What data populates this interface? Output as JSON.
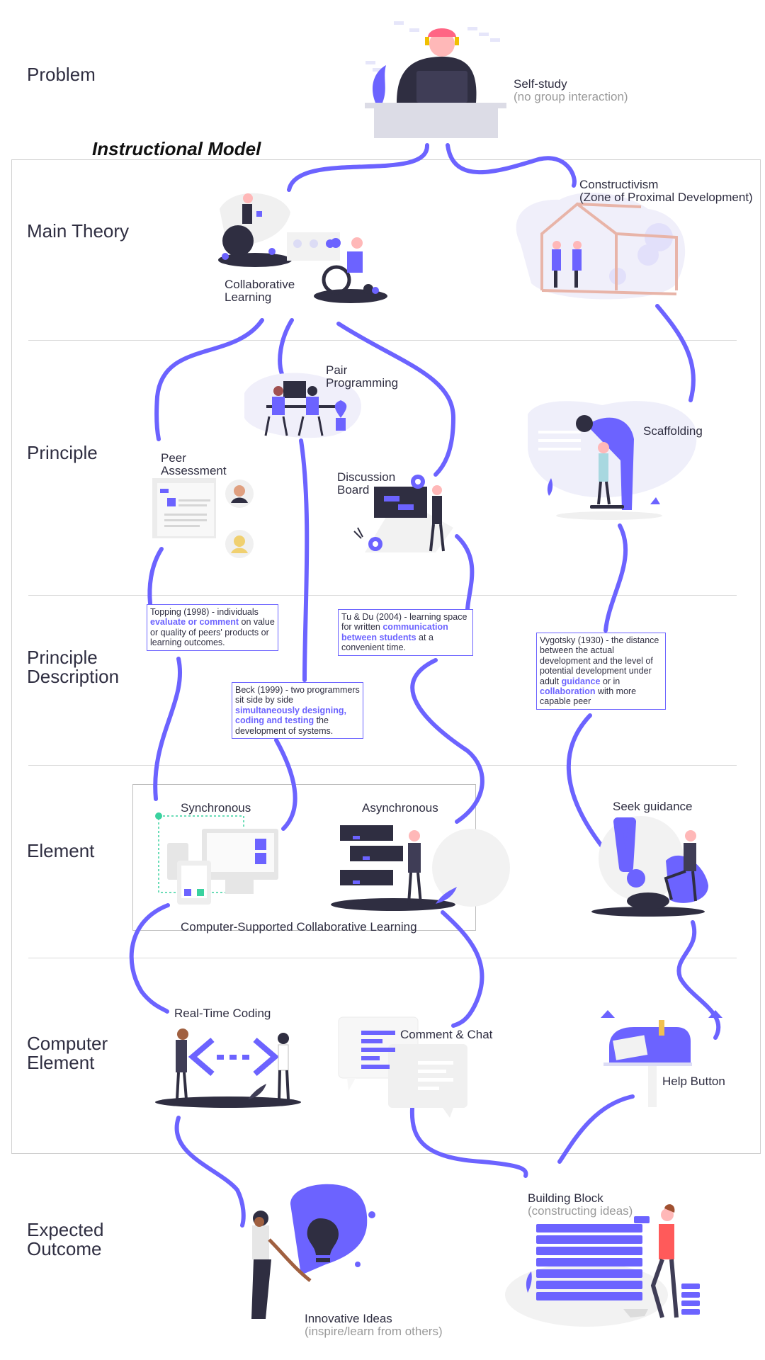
{
  "title": "Instructional Model",
  "rows": {
    "problem": "Problem",
    "main_theory": "Main Theory",
    "principle": "Principle",
    "principle_description": "Principle\nDescription",
    "element": "Element",
    "computer_element": "Computer\nElement",
    "expected_outcome": "Expected\nOutcome"
  },
  "nodes": {
    "self_study": {
      "label": "Self-study",
      "sub": "(no group interaction)"
    },
    "collaborative_learning": "Collaborative\nLearning",
    "constructivism": "Constructivism\n(Zone of Proximal Development)",
    "pair_programming": "Pair\nProgramming",
    "peer_assessment": "Peer\nAssessment",
    "discussion_board": "Discussion\nBoard",
    "scaffolding": "Scaffolding",
    "synchronous": "Synchronous",
    "asynchronous": "Asynchronous",
    "cscl": "Computer-Supported Collaborative Learning",
    "seek_guidance": "Seek guidance",
    "real_time_coding": "Real-Time Coding",
    "comment_chat": "Comment & Chat",
    "help_button": "Help Button",
    "building_block": {
      "label": "Building Block",
      "sub": "(constructing ideas)"
    },
    "innovative_ideas": {
      "label": "Innovative Ideas",
      "sub": "(inspire/learn from others)"
    }
  },
  "descriptions": {
    "topping": {
      "a": "Topping (1998) - individuals ",
      "b": "evaluate or comment",
      "c": " on value or quality of peers' products or learning outcomes."
    },
    "beck": {
      "a": "Beck (1999) - two programmers sit side by side ",
      "b": "simultaneously designing, coding and testing",
      "c": " the development of systems."
    },
    "tu_du": {
      "a": "Tu & Du (2004) - learning space for written ",
      "b": "communication between students",
      "c": " at a convenient time."
    },
    "vygotsky": {
      "a": "Vygotsky (1930) - the distance between the actual development and the level of potential development under adult ",
      "b": "guidance",
      "c": " or in ",
      "d": "collaboration",
      "e": " with more capable peer"
    }
  },
  "colors": {
    "accent": "#6c63ff",
    "dark": "#2f2e41",
    "light": "#f2f2f2",
    "green": "#3ad29f"
  }
}
